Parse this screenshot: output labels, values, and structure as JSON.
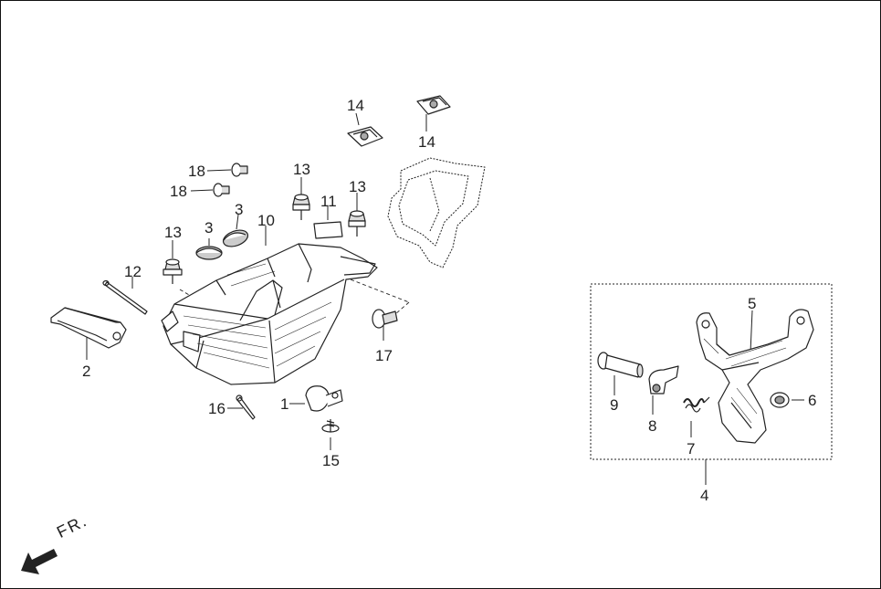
{
  "callouts": [
    {
      "id": "c1",
      "text": "1"
    },
    {
      "id": "c2",
      "text": "2"
    },
    {
      "id": "c3a",
      "text": "3"
    },
    {
      "id": "c3b",
      "text": "3"
    },
    {
      "id": "c4",
      "text": "4"
    },
    {
      "id": "c5",
      "text": "5"
    },
    {
      "id": "c6",
      "text": "6"
    },
    {
      "id": "c7",
      "text": "7"
    },
    {
      "id": "c8",
      "text": "8"
    },
    {
      "id": "c9",
      "text": "9"
    },
    {
      "id": "c10",
      "text": "10"
    },
    {
      "id": "c11",
      "text": "11"
    },
    {
      "id": "c12",
      "text": "12"
    },
    {
      "id": "c13a",
      "text": "13"
    },
    {
      "id": "c13b",
      "text": "13"
    },
    {
      "id": "c13c",
      "text": "13"
    },
    {
      "id": "c14a",
      "text": "14"
    },
    {
      "id": "c14b",
      "text": "14"
    },
    {
      "id": "c15",
      "text": "15"
    },
    {
      "id": "c16",
      "text": "16"
    },
    {
      "id": "c17",
      "text": "17"
    },
    {
      "id": "c18a",
      "text": "18"
    },
    {
      "id": "c18b",
      "text": "18"
    }
  ],
  "direction_marker": {
    "text": "FR.",
    "icon": "front-direction-arrow-icon"
  },
  "colors": {
    "line": "#222222",
    "fill": "#ffffff",
    "shade": "#bfbfbf",
    "dark": "#555555"
  }
}
